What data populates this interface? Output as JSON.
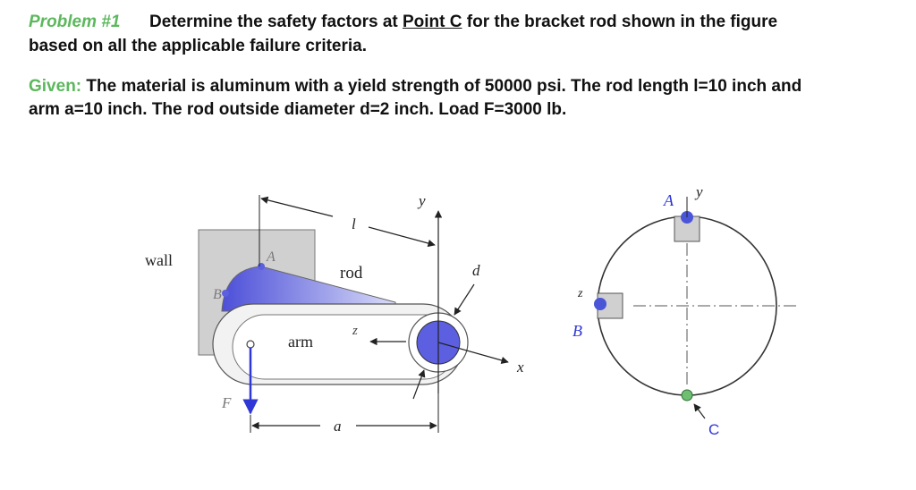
{
  "problem": {
    "label": "Problem #1",
    "line1_prefix": "Determine the safety factors at",
    "point": "Point C",
    "line1_suffix": "for the bracket rod shown in the figure",
    "line2": "based on all the applicable failure criteria."
  },
  "given": {
    "label": "Given:",
    "line1": "The material is aluminum with a yield strength of 50000 psi. The rod length l=10 inch and",
    "line2": "arm a=10 inch. The rod outside diameter d=2 inch. Load F=3000 lb."
  },
  "figure": {
    "wall": "wall",
    "A": "A",
    "B": "B",
    "rod": "rod",
    "arm": "arm",
    "l": "l",
    "d": "d",
    "y": "y",
    "z": "z",
    "x": "x",
    "F": "F",
    "a": "a",
    "section": {
      "A": "A",
      "y": "y",
      "z": "z",
      "B": "B",
      "C": "C"
    }
  },
  "colors": {
    "green": "#5cb85c",
    "blue": "#5b5fe0",
    "wall_gray": "#d0d0d0",
    "point_green": "#6fbf73"
  }
}
